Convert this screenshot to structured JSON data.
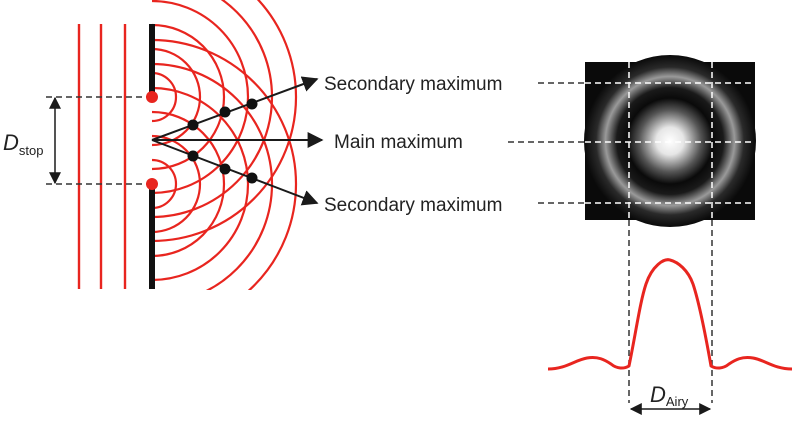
{
  "labels": {
    "secondary_top": "Secondary maximum",
    "main": "Main maximum",
    "secondary_bottom": "Secondary maximum"
  },
  "symbols": {
    "d_stop": {
      "main": "D",
      "sub": "stop"
    },
    "d_airy": {
      "main": "D",
      "sub": "Airy"
    }
  },
  "colors": {
    "wave": "#e8251f",
    "ink": "#1a1a1a",
    "point_red": "#e8251f",
    "point_black": "#111111",
    "airy_bg": "#0a0a0a",
    "guide": "#ffffff"
  }
}
